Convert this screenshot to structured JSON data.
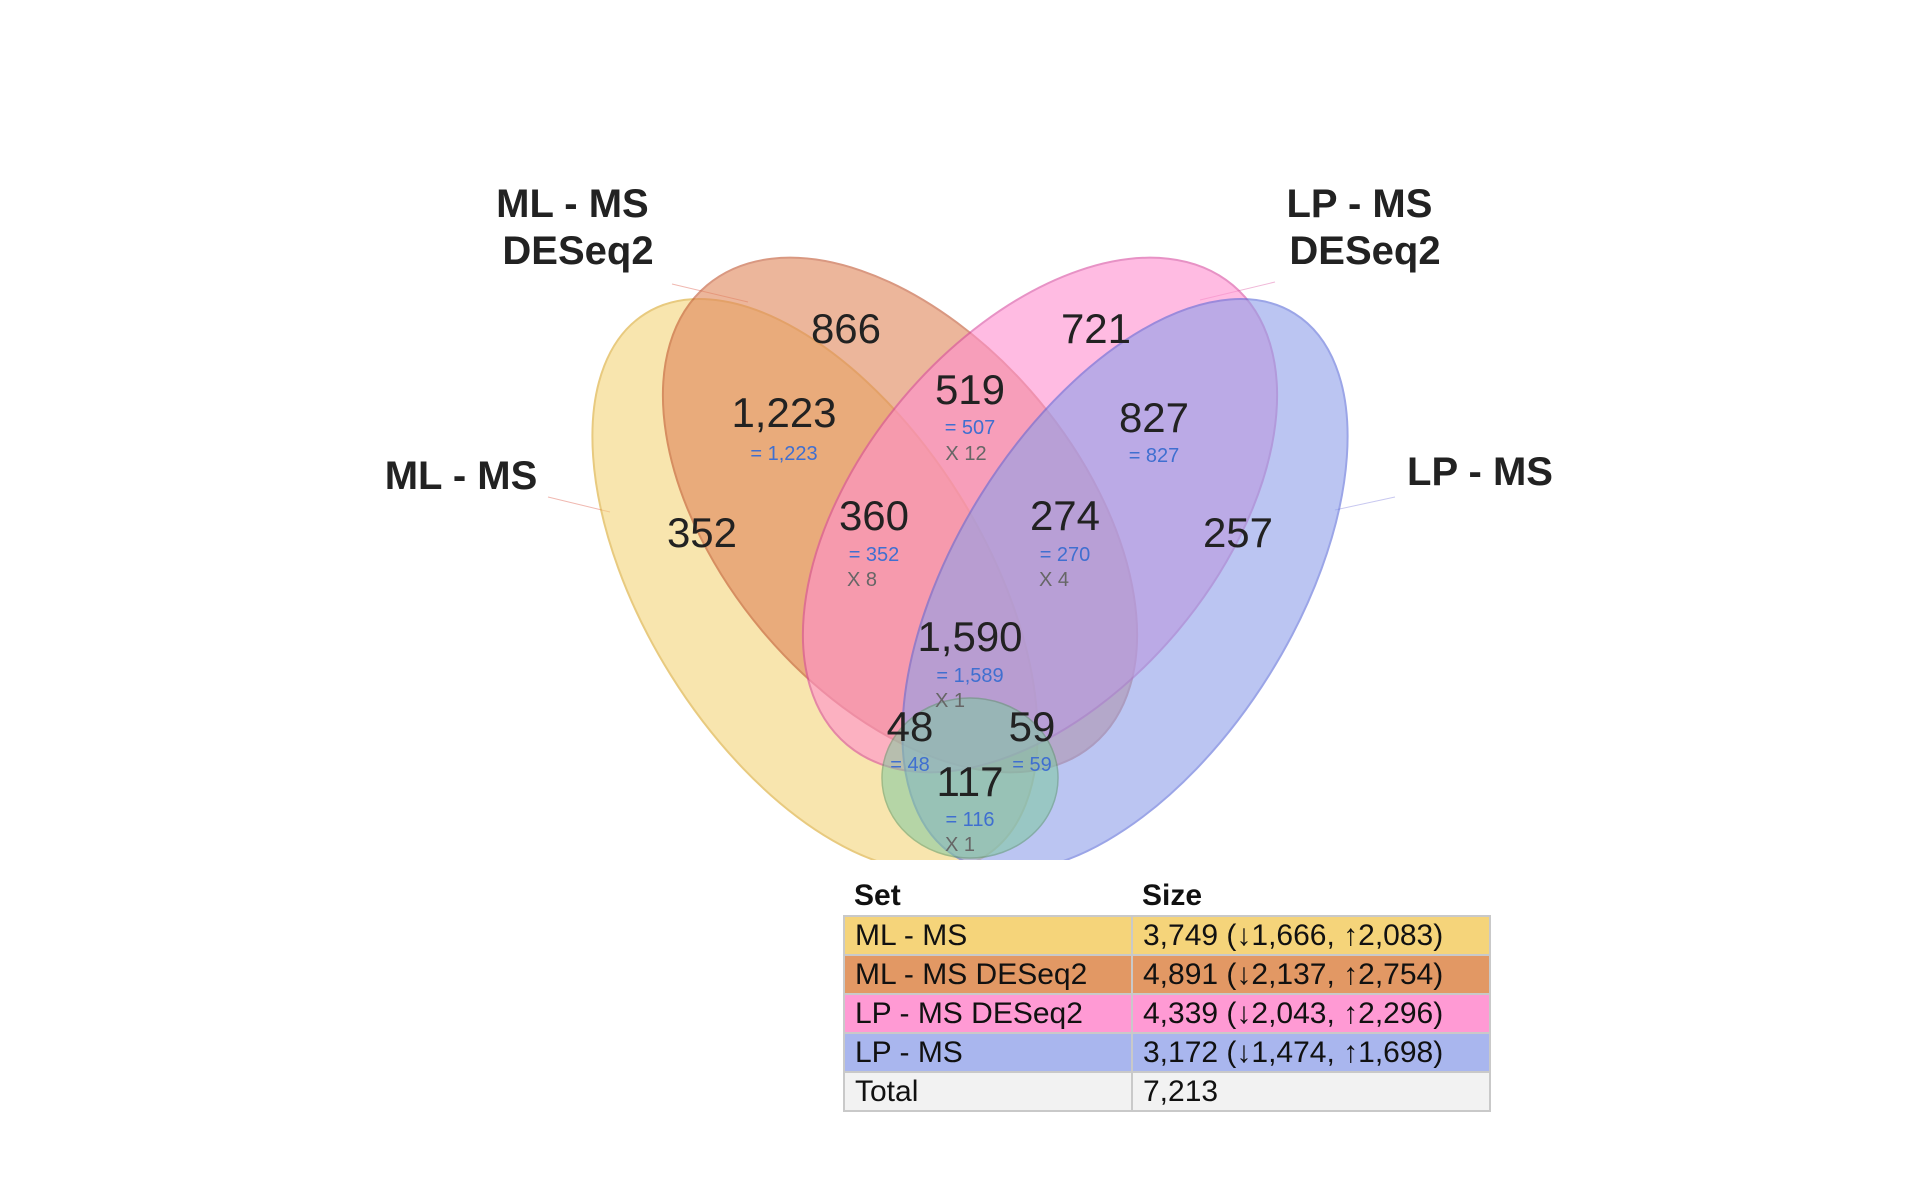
{
  "sets": [
    {
      "id": "ml_ms",
      "label_lines": [
        "ML - MS"
      ],
      "color": "#f5d47a",
      "stroke": "#d9a82b"
    },
    {
      "id": "ml_ms_deseq2",
      "label_lines": [
        "ML - MS",
        "DESeq2"
      ],
      "color": "#e0865a",
      "stroke": "#c0552f"
    },
    {
      "id": "lp_ms_deseq2",
      "label_lines": [
        "LP - MS",
        "DESeq2"
      ],
      "color": "#ff8fcf",
      "stroke": "#d84aa0"
    },
    {
      "id": "lp_ms",
      "label_lines": [
        "LP - MS"
      ],
      "color": "#8fa0ea",
      "stroke": "#5a6ad8"
    }
  ],
  "regions": [
    {
      "id": "r_a",
      "count": "352"
    },
    {
      "id": "r_b",
      "count": "866"
    },
    {
      "id": "r_c",
      "count": "721"
    },
    {
      "id": "r_d",
      "count": "257"
    },
    {
      "id": "r_ab",
      "count": "1,223",
      "eq": "= 1,223"
    },
    {
      "id": "r_bc",
      "count": "519",
      "eq": "= 507",
      "mult": "X 12"
    },
    {
      "id": "r_cd",
      "count": "827",
      "eq": "= 827"
    },
    {
      "id": "r_abc",
      "count": "360",
      "eq": "= 352",
      "mult": "X 8"
    },
    {
      "id": "r_bcd",
      "count": "274",
      "eq": "= 270",
      "mult": "X 4"
    },
    {
      "id": "r_abcd",
      "count": "1,590",
      "eq": "= 1,589",
      "mult": "X 1"
    },
    {
      "id": "r_acd",
      "count": "48",
      "eq": "= 48"
    },
    {
      "id": "r_abd",
      "count": "59",
      "eq": "= 59"
    },
    {
      "id": "r_ad",
      "count": "117",
      "eq": "= 116",
      "mult": "X 1"
    }
  ],
  "legend": {
    "headers": [
      "Set",
      "Size"
    ],
    "rows": [
      {
        "set": "ML - MS",
        "size": "3,749 (↓1,666, ↑2,083)",
        "color": "#f5d47a"
      },
      {
        "set": "ML - MS DESeq2",
        "size": "4,891 (↓2,137, ↑2,754)",
        "color": "#e29864"
      },
      {
        "set": "LP - MS DESeq2",
        "size": "4,339 (↓2,043, ↑2,296)",
        "color": "#ff9ad4"
      },
      {
        "set": "LP - MS",
        "size": "3,172 (↓1,474, ↑1,698)",
        "color": "#a9b6ee"
      },
      {
        "set": "Total",
        "size": "7,213",
        "color": "#f2f2f2"
      }
    ]
  }
}
